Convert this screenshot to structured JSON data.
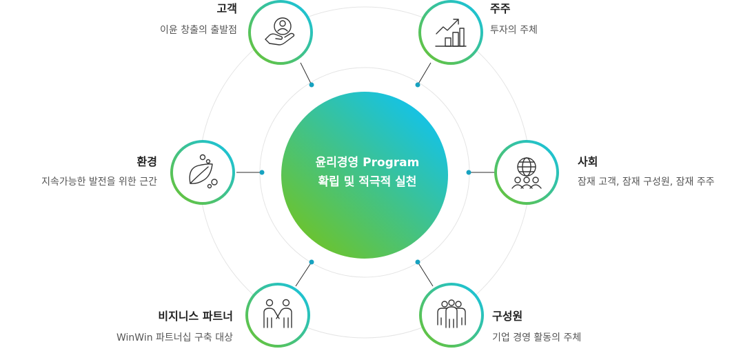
{
  "center": {
    "line1": "윤리경영 Program",
    "line2": "확립 및 적극적 실천"
  },
  "colors": {
    "gradient_start": "#14c2e8",
    "gradient_end": "#6cc32e",
    "ring": "#e2e2e2",
    "connector": "#2b2b2b",
    "dot": "#17a2c0",
    "icon_stroke": "#333333"
  },
  "nodes": [
    {
      "id": "customer",
      "title": "고객",
      "desc": "이윤 창출의 출발점",
      "icon": "hand-person-icon"
    },
    {
      "id": "shareholder",
      "title": "주주",
      "desc": "투자의 주체",
      "icon": "growth-chart-icon"
    },
    {
      "id": "society",
      "title": "사회",
      "desc": "잠재 고객, 잠재 구성원, 잠재 주주",
      "icon": "globe-people-icon"
    },
    {
      "id": "employee",
      "title": "구성원",
      "desc": "기업 경영 활동의 주체",
      "icon": "group-people-icon"
    },
    {
      "id": "partner",
      "title": "비지니스 파트너",
      "desc": "WinWin 파트너십 구축 대상",
      "icon": "partners-icon"
    },
    {
      "id": "environment",
      "title": "환경",
      "desc": "지속가능한 발전을 위한 근간",
      "icon": "leaf-icon"
    }
  ]
}
